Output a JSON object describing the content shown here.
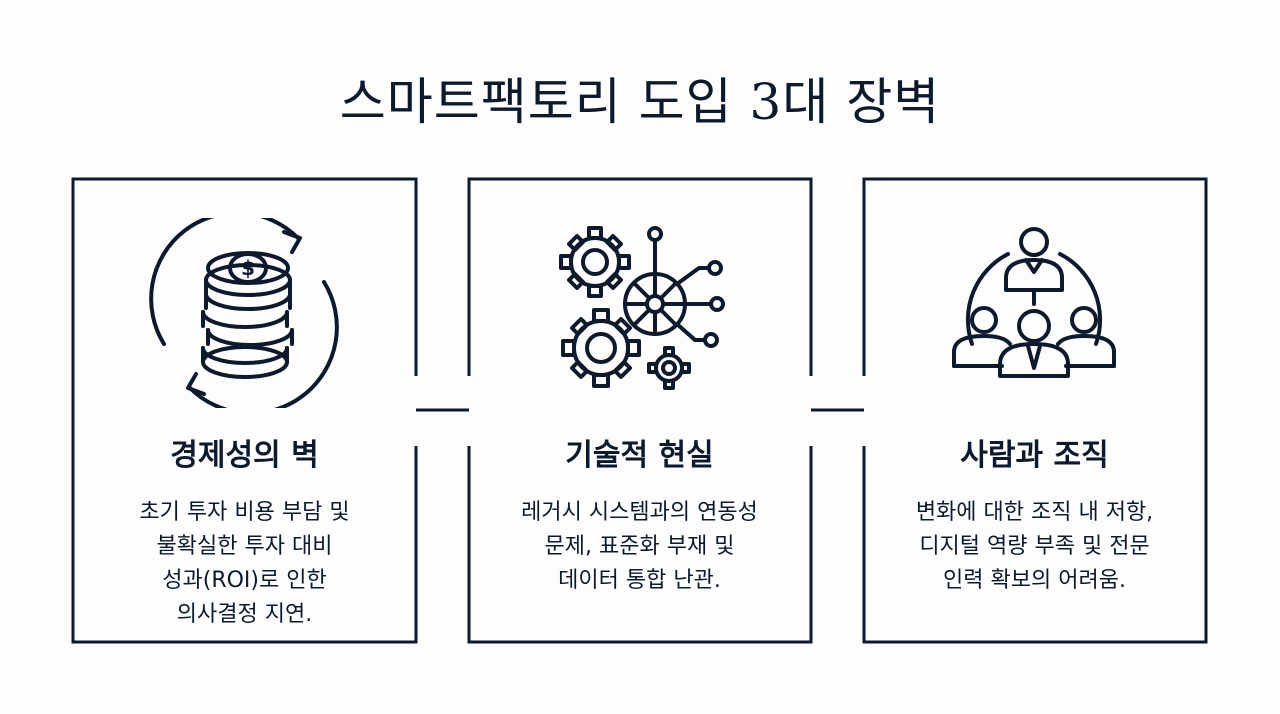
{
  "title": "스마트팩토리 도입 3대 장벽",
  "colors": {
    "ink": "#0d1a2d",
    "background": "#fdfdfd"
  },
  "cards": [
    {
      "icon": "coins-cycle-icon",
      "title": "경제성의 벽",
      "description": "초기 투자 비용 부담 및\n불확실한 투자 대비\n성과(ROI)로 인한\n의사결정 지연."
    },
    {
      "icon": "gears-network-icon",
      "title": "기술적 현실",
      "description": "레거시 시스템과의 연동성\n문제, 표준화 부재 및\n데이터 통합 난관."
    },
    {
      "icon": "people-organization-icon",
      "title": "사람과 조직",
      "description": "변화에 대한 조직 내 저항,\n디지털 역량 부족 및 전문\n인력 확보의 어려움."
    }
  ]
}
